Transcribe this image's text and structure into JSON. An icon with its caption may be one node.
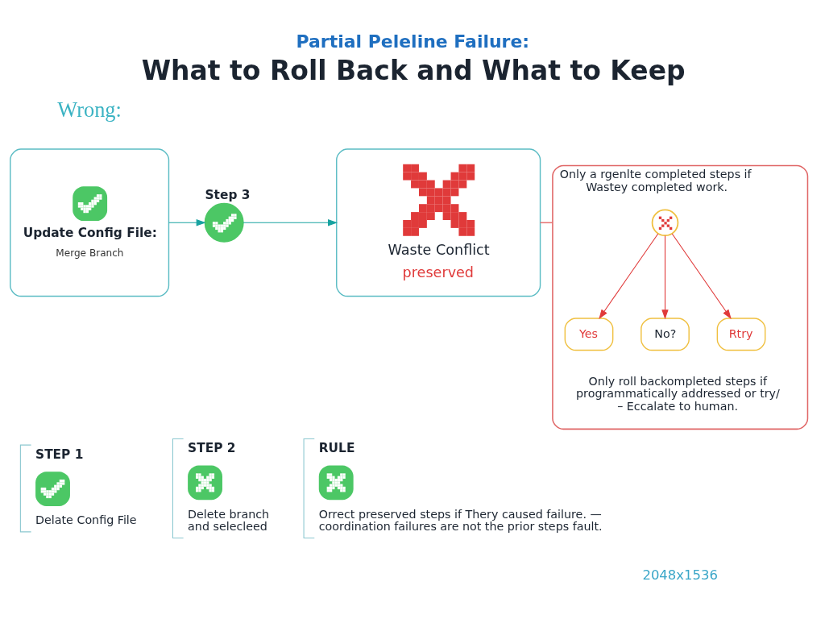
{
  "diagram": {
    "title": "Partial Peleline Failure: What to Roll Back and What to Keep",
    "nodes": [
      {
        "text": [
          "Update Config File:",
          "Merge Branch"
        ]
      },
      {
        "text": [],
        "shape": "circle",
        "beside": [
          "Step 3"
        ]
      },
      {
        "text": [
          "Waste Conflict",
          "preserved"
        ]
      },
      {
        "text": [
          "Only a rgenlte completed steps if Wastey completed work.",
          "Only roll backompleted steps if programmatically addressed or try/ – Eccalate to human."
        ]
      },
      {
        "text": [],
        "shape": "circle",
        "in": 3
      },
      {
        "text": [
          "Yes"
        ],
        "in": 3
      },
      {
        "text": [
          "No?"
        ],
        "in": 3
      },
      {
        "text": [
          "Rtry"
        ],
        "in": 3
      },
      {
        "text": [
          "STEP 1",
          "Delate Config File"
        ]
      },
      {
        "text": [
          "STEP 2",
          "Delete branch and selecleed"
        ]
      },
      {
        "text": [
          "RULE",
          "Orrect preserved steps if Thery caused failure. — coordination failures are not the prior steps fault."
        ]
      }
    ],
    "edges": [
      {
        "from": 0,
        "to": 1,
        "arrow": "to",
        "color": "#17a2a0"
      },
      {
        "from": 1,
        "to": 2,
        "arrow": "to",
        "color": "#17a2a0"
      },
      {
        "from": 2,
        "to": 3,
        "arrow": "none",
        "color": "#e57373"
      },
      {
        "from": 4,
        "to": 5,
        "arrow": "to",
        "color": "#e03a3a"
      },
      {
        "from": 4,
        "to": 6,
        "arrow": "to",
        "color": "#e03a3a"
      },
      {
        "from": 4,
        "to": 7,
        "arrow": "to",
        "color": "#e03a3a"
      }
    ],
    "labels": [
      "Wrong:",
      "2048x1536"
    ]
  }
}
